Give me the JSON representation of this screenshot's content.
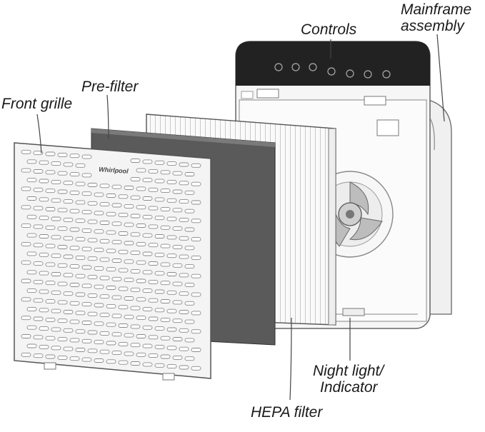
{
  "labels": {
    "mainframe_line1": "Mainframe",
    "mainframe_line2": "assembly",
    "controls": "Controls",
    "prefilter": "Pre-filter",
    "front_grille": "Front grille",
    "night_light_line1": "Night light/",
    "night_light_line2": "Indicator",
    "hepa": "HEPA filter"
  },
  "brand": "Whirlpool",
  "colors": {
    "control_panel": "#222222",
    "prefilter": "#5a5a5a",
    "outline": "#555555",
    "grille_fill": "#f4f4f4",
    "leader": "#444444"
  }
}
